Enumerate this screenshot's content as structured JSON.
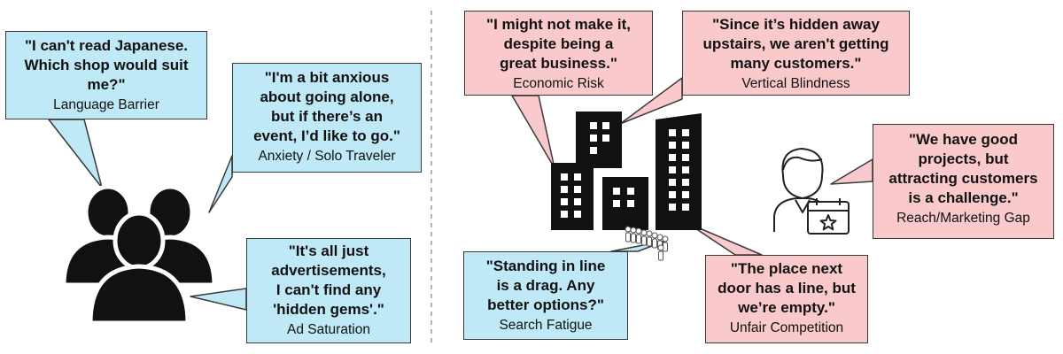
{
  "colors": {
    "user_bubble": "#bfe9f6",
    "business_bubble": "#f9c9cc",
    "outline": "#3a3a3a",
    "icon": "#111111",
    "divider": "#9a9a9a"
  },
  "icons": {
    "people": "people-group-icon",
    "buildings": "city-buildings-icon",
    "queue": "queue-line-icon",
    "owner": "shop-owner-calendar-icon"
  },
  "user_pains": [
    {
      "id": "language",
      "quote": "\"I can't read Japanese.\nWhich shop would suit\nme?\"",
      "label": "Language Barrier"
    },
    {
      "id": "anxiety",
      "quote": "\"I'm a bit anxious\nabout going alone,\nbut if there’s an\nevent, I’d like to go.\"",
      "label": "Anxiety / Solo Traveler"
    },
    {
      "id": "ads",
      "quote": "\"It's all just\nadvertisements,\nI can't find any\n'hidden gems'.\"",
      "label": "Ad Saturation"
    },
    {
      "id": "queue",
      "quote": "\"Standing in line\nis a drag. Any\nbetter options?\"",
      "label": "Search Fatigue"
    }
  ],
  "business_pains": [
    {
      "id": "economic",
      "quote": "\"I might not make it,\ndespite being a\ngreat business.\"",
      "label": "Economic Risk"
    },
    {
      "id": "vertical",
      "quote": "\"Since it’s hidden away\nupstairs, we aren't getting\nmany customers.\"",
      "label": "Vertical Blindness"
    },
    {
      "id": "reach",
      "quote": "\"We have good\nprojects, but\nattracting customers\nis a challenge.\"",
      "label": "Reach/Marketing Gap"
    },
    {
      "id": "unfair",
      "quote": "\"The place next\ndoor has a line, but\nwe’re empty.\"",
      "label": "Unfair Competition"
    }
  ]
}
